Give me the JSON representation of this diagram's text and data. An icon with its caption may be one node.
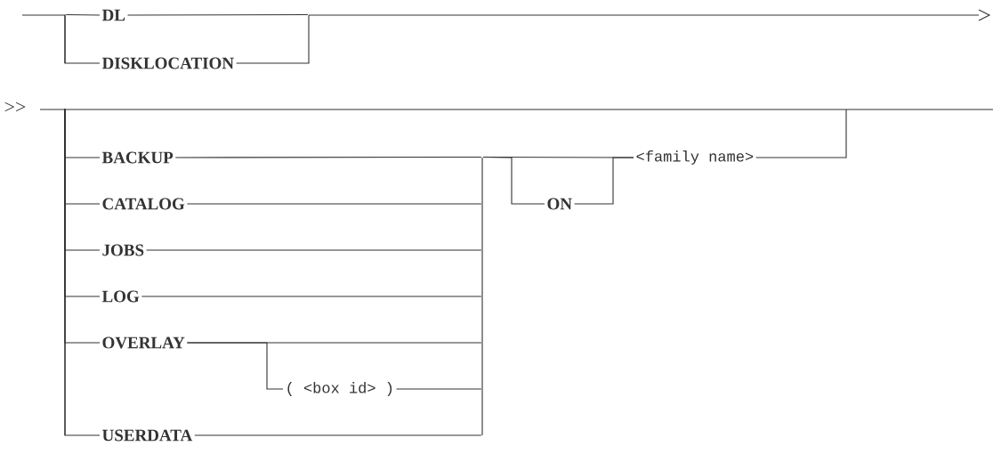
{
  "diagram": {
    "nodes": [
      {
        "text": [
          "DL"
        ]
      },
      {
        "text": [
          "DISKLOCATION"
        ]
      },
      {
        "text": [
          "BACKUP"
        ]
      },
      {
        "text": [
          "CATALOG"
        ]
      },
      {
        "text": [
          "JOBS"
        ]
      },
      {
        "text": [
          "LOG"
        ]
      },
      {
        "text": [
          "OVERLAY"
        ]
      },
      {
        "text": [
          "( <box id> )"
        ]
      },
      {
        "text": [
          "USERDATA"
        ]
      },
      {
        "text": [
          "ON"
        ]
      },
      {
        "text": [
          "<family name>"
        ]
      },
      {
        "text": [],
        "shape": "bar"
      },
      {
        "text": [],
        "shape": "bar"
      },
      {
        "text": [],
        "shape": "bar"
      },
      {
        "text": [],
        "shape": "bar"
      }
    ],
    "edges": [
      {
        "from": 11,
        "to": 0,
        "arrow": "none"
      },
      {
        "from": 11,
        "to": 1,
        "arrow": "none"
      },
      {
        "from": 0,
        "to": 12,
        "arrow": "none"
      },
      {
        "from": 1,
        "to": 12,
        "arrow": "none"
      },
      {
        "from": 13,
        "to": 2,
        "arrow": "none"
      },
      {
        "from": 13,
        "to": 3,
        "arrow": "none"
      },
      {
        "from": 13,
        "to": 4,
        "arrow": "none"
      },
      {
        "from": 13,
        "to": 5,
        "arrow": "none"
      },
      {
        "from": 13,
        "to": 6,
        "arrow": "none"
      },
      {
        "from": 13,
        "to": 8,
        "arrow": "none"
      },
      {
        "from": 6,
        "to": 7,
        "arrow": "none"
      },
      {
        "from": 2,
        "to": 14,
        "arrow": "none"
      },
      {
        "from": 3,
        "to": 14,
        "arrow": "none"
      },
      {
        "from": 4,
        "to": 14,
        "arrow": "none"
      },
      {
        "from": 5,
        "to": 14,
        "arrow": "none"
      },
      {
        "from": 6,
        "to": 14,
        "arrow": "none"
      },
      {
        "from": 7,
        "to": 14,
        "arrow": "none"
      },
      {
        "from": 8,
        "to": 14,
        "arrow": "none"
      },
      {
        "from": 14,
        "to": 10,
        "arrow": "none"
      },
      {
        "from": 14,
        "to": 9,
        "arrow": "none"
      },
      {
        "from": 9,
        "to": 10,
        "arrow": "none"
      }
    ],
    "labels": [
      ">>"
    ]
  }
}
